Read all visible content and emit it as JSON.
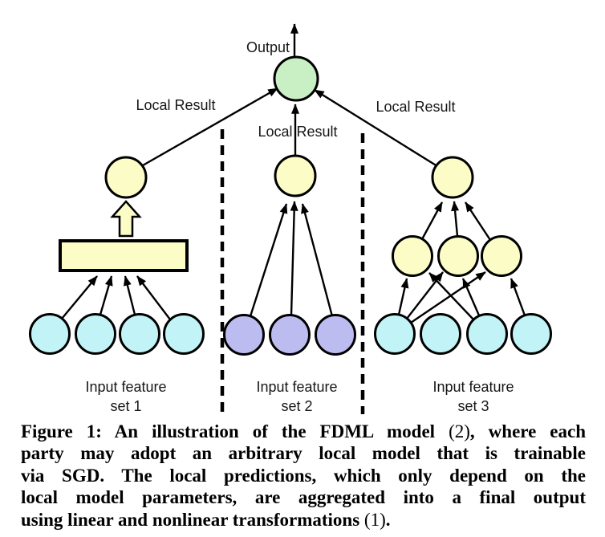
{
  "colors": {
    "output_node_fill": "#c9efc5",
    "local_node_fill": "#fcfcc6",
    "model_box_fill": "#fcfcc6",
    "block_arrow_fill": "#fcfcc6",
    "party1_input_fill": "#c2f4f7",
    "party2_input_fill": "#bcbcf0",
    "party3_input_fill": "#c2f4f7",
    "outline": "#000000"
  },
  "diagram": {
    "output_label": "Output",
    "local_results": {
      "left": "Local Result",
      "middle": "Local Result",
      "right": "Local Result"
    },
    "parties": {
      "party1": {
        "label_line1": "Input feature",
        "label_line2": "set 1"
      },
      "party2": {
        "label_line1": "Input feature",
        "label_line2": "set 2"
      },
      "party3": {
        "label_line1": "Input feature",
        "label_line2": "set 3"
      }
    }
  },
  "caption": {
    "line1_pre": "Figure 1: An illustration of the FDML model ",
    "line1_ref": "(2)",
    "line1_post": ", where each",
    "line2": "party may adopt an arbitrary local model that is trainable",
    "line3": "via SGD. The local predictions, which only depend on the",
    "line4": "local model parameters, are aggregated into a final output",
    "line5_pre": "using linear and nonlinear transformations ",
    "line5_ref": "(1)",
    "line5_post": "."
  }
}
